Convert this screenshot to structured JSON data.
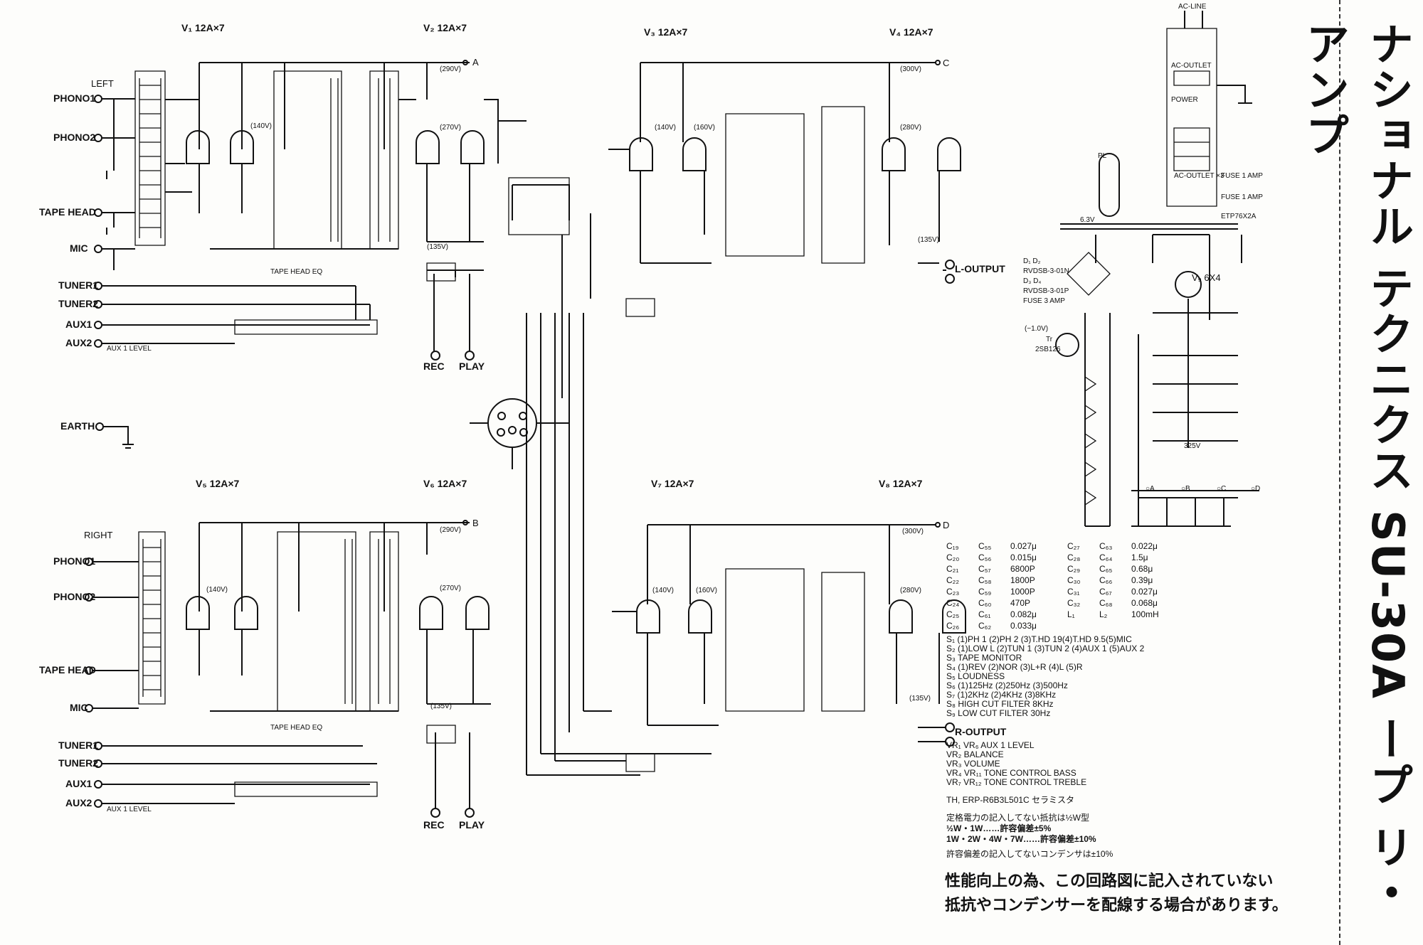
{
  "title": "ナショナル テクニクス SU-30A ープ リ・アンプ",
  "tubes": [
    "V₁ 12A×7",
    "V₂ 12A×7",
    "V₃ 12A×7",
    "V₄ 12A×7",
    "V₅ 12A×7",
    "V₆ 12A×7",
    "V₇ 12A×7",
    "V₈ 12A×7",
    "V₉ 6X4"
  ],
  "channels": {
    "left": "LEFT",
    "right": "RIGHT"
  },
  "inputs": [
    "PHONO1",
    "PHONO2",
    "TAPE HEAD",
    "MIC",
    "TUNER1",
    "TUNER2",
    "AUX1",
    "AUX2"
  ],
  "aux_level": "AUX 1 LEVEL",
  "earth": "EARTH",
  "rec": "REC",
  "play": "PLAY",
  "outputs": {
    "left": "L-OUTPUT",
    "right": "R-OUTPUT"
  },
  "tape_head_eq": "TAPE HEAD EQ",
  "rails": {
    "a": "A",
    "b": "B",
    "c": "C",
    "d": "D",
    "v290": "(290V)",
    "v300": "(300V)",
    "v135": "(135V)",
    "v270": "(270V)",
    "v140": "(140V)",
    "v160": "(160V)",
    "v280": "(280V)"
  },
  "power": {
    "acline": "AC-LINE",
    "acoutlet": "AC-OUTLET",
    "powersw": "POWER",
    "acoutletx3": "AC-OUTLET ×3",
    "fuse1": "FUSE 1 AMP",
    "fuse2": "FUSE 1 AMP",
    "trans": "ETP76X2A",
    "pl": "PL",
    "v63": "6.3V",
    "diodes1": "D₁ D₂",
    "d1part": "RVDSB-3-01N",
    "diodes2": "D₃ D₄",
    "d2part": "RVDSB-3-01P",
    "fuse3": "FUSE 3 AMP",
    "tr": "Tr",
    "trpart": "2SB126",
    "v10": "(−1.0V)",
    "v325": "325V",
    "bus": [
      "○A",
      "○B",
      "○C",
      "○D"
    ]
  },
  "cap_table": [
    [
      "C₁₉",
      "C₅₅",
      "0.027μ",
      "C₂₇",
      "C₆₃",
      "0.022μ"
    ],
    [
      "C₂₀",
      "C₅₆",
      "0.015μ",
      "C₂₈",
      "C₆₄",
      "1.5μ"
    ],
    [
      "C₂₁",
      "C₅₇",
      "6800P",
      "C₂₉",
      "C₆₅",
      "0.68μ"
    ],
    [
      "C₂₂",
      "C₅₈",
      "1800P",
      "C₃₀",
      "C₆₆",
      "0.39μ"
    ],
    [
      "C₂₃",
      "C₅₉",
      "1000P",
      "C₃₁",
      "C₆₇",
      "0.027μ"
    ],
    [
      "C₂₄",
      "C₆₀",
      "470P",
      "C₃₂",
      "C₆₈",
      "0.068μ"
    ],
    [
      "C₂₅",
      "C₆₁",
      "0.082μ",
      "L₁",
      "L₂",
      "100mH"
    ],
    [
      "C₂₆",
      "C₆₂",
      "0.033μ",
      "",
      "",
      ""
    ]
  ],
  "switch_legend": [
    "S₁  (1)PH 1  (2)PH 2  (3)T.HD 19(4)T.HD 9.5(5)MIC",
    "S₂  (1)LOW L  (2)TUN 1  (3)TUN 2  (4)AUX 1  (5)AUX 2",
    "S₃  TAPE MONITOR",
    "S₄  (1)REV  (2)NOR  (3)L+R  (4)L  (5)R",
    "S₅  LOUDNESS",
    "S₆  (1)125Hz  (2)250Hz  (3)500Hz",
    "S₇  (1)2KHz  (2)4KHz  (3)8KHz",
    "S₈  HIGH CUT FILTER  8KHz",
    "S₉  LOW CUT FILTER  30Hz"
  ],
  "vr_legend": [
    "VR₁  VR₆      AUX 1 LEVEL",
    "VR₂       BALANCE",
    "VR₃       VOLUME",
    "VR₄  VR₁₁    TONE CONTROL BASS",
    "VR₇  VR₁₂    TONE CONTROL TREBLE"
  ],
  "th_line": "TH,  ERP-R6B3L501C セラミスタ",
  "notes": [
    "定格電力の記入してない抵抗は½W型",
    "½W・1W……許容偏差±5%",
    "1W・2W・4W・7W……許容偏差±10%",
    "許容偏差の記入してないコンデンサは±10%"
  ],
  "bottom_note": [
    "性能向上の為、この回路図に記入されていない",
    "抵抗やコンデンサーを配線する場合があります。"
  ]
}
